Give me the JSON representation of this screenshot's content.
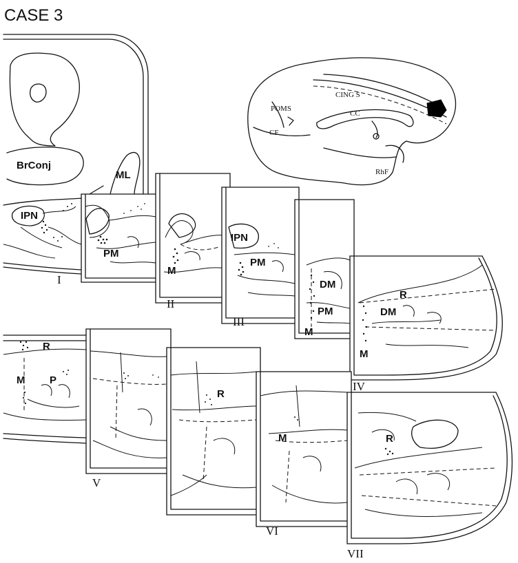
{
  "title": "CASE 3",
  "brain": {
    "labels": {
      "cing_s": "CING S",
      "poms": "POMS",
      "cc": "CC",
      "cf": "CF",
      "rhf": "RhF"
    }
  },
  "large_section": {
    "labels": {
      "brconj": "BrConj",
      "ml": "ML",
      "ipn": "IPN"
    }
  },
  "sections": {
    "i": {
      "roman": "I"
    },
    "ii": {
      "roman": "II"
    },
    "iii": {
      "roman": "III"
    },
    "iv": {
      "roman": "IV"
    },
    "v": {
      "roman": "V"
    },
    "vi": {
      "roman": "VI"
    },
    "vii": {
      "roman": "VII"
    }
  },
  "region_labels": {
    "pm_1": "PM",
    "m_2": "M",
    "ipn_3": "IPN",
    "pm_3": "PM",
    "dm_35": "DM",
    "pm_35": "PM",
    "m_35": "M",
    "r_4": "R",
    "dm_4": "DM",
    "m_4": "M",
    "r_5": "R",
    "p_5": "P",
    "m_5": "M",
    "r_6": "R",
    "m_6": "M",
    "r_7": "R"
  }
}
